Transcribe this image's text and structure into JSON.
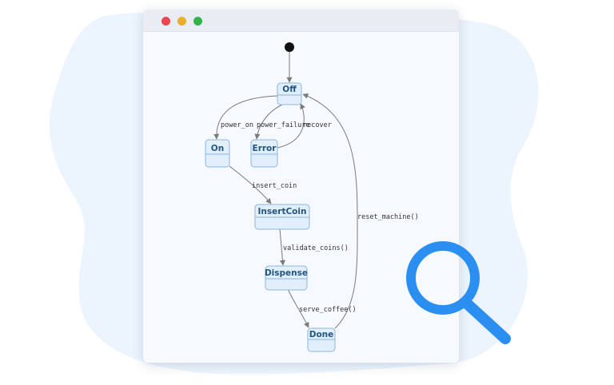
{
  "window": {
    "controls": [
      "close",
      "minimize",
      "maximize"
    ],
    "colors": {
      "close": "#e9474b",
      "minimize": "#e8ae2c",
      "maximize": "#33b44a"
    }
  },
  "diagram": {
    "type": "state-machine",
    "initial_state": "Off",
    "states": [
      {
        "id": "off",
        "label": "Off"
      },
      {
        "id": "on",
        "label": "On"
      },
      {
        "id": "error",
        "label": "Error"
      },
      {
        "id": "insertcoin",
        "label": "InsertCoin"
      },
      {
        "id": "dispense",
        "label": "Dispense"
      },
      {
        "id": "done",
        "label": "Done"
      }
    ],
    "transitions": [
      {
        "from": "off",
        "to": "on",
        "label": "power_on"
      },
      {
        "from": "off",
        "to": "error",
        "label": "power_failure"
      },
      {
        "from": "error",
        "to": "off",
        "label": "recover"
      },
      {
        "from": "on",
        "to": "insertcoin",
        "label": "insert_coin"
      },
      {
        "from": "insertcoin",
        "to": "dispense",
        "label": "validate_coins()"
      },
      {
        "from": "dispense",
        "to": "done",
        "label": "serve_coffee()"
      },
      {
        "from": "done",
        "to": "off",
        "label": "reset_machine()"
      }
    ],
    "colors": {
      "state_fill": "#e1eefb",
      "state_border": "#8cb6dc",
      "state_text": "#23567e",
      "edge": "#7a7a7a"
    }
  },
  "decor": {
    "background_blob_color": "#ecf4fd",
    "magnifier_icon": "search-icon",
    "magnifier_color": "#2b8ff2"
  }
}
